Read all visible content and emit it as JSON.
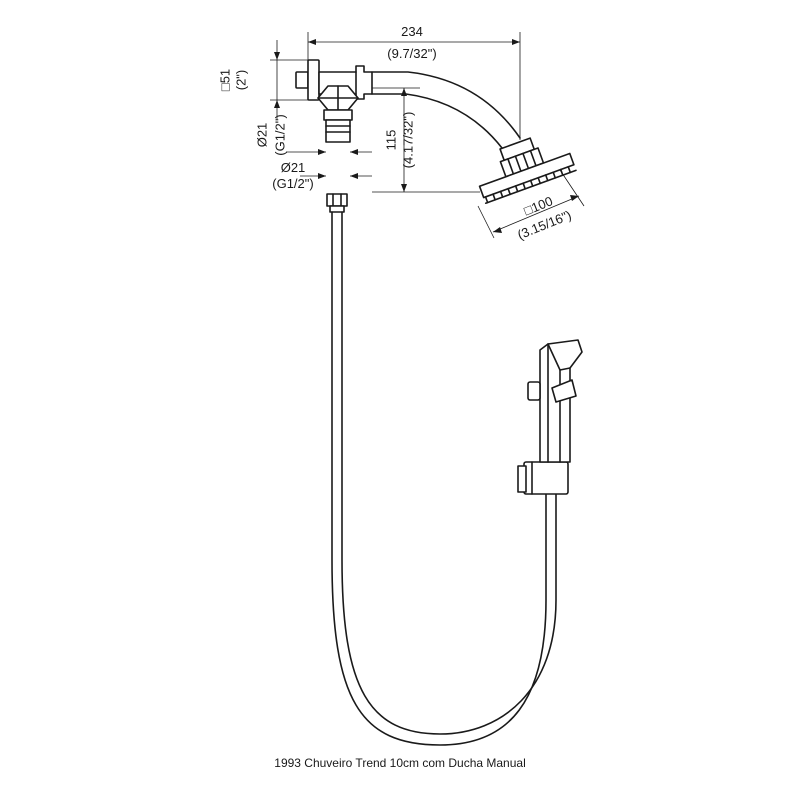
{
  "dimensions": {
    "width_mm": "234",
    "width_in": "(9.7/32\")",
    "flange_mm": "□51",
    "flange_in": "(2\")",
    "inlet_mm": "Ø21",
    "inlet_in": "(G1/2\")",
    "height_mm": "115",
    "height_in": "(4.17/32\")",
    "hose_mm": "Ø21",
    "hose_in": "(G1/2\")",
    "head_mm": "□100",
    "head_in": "(3.15/16\")"
  },
  "caption": "1993 Chuveiro Trend 10cm com Ducha Manual",
  "colors": {
    "line": "#1a1a1a",
    "background": "#ffffff"
  }
}
